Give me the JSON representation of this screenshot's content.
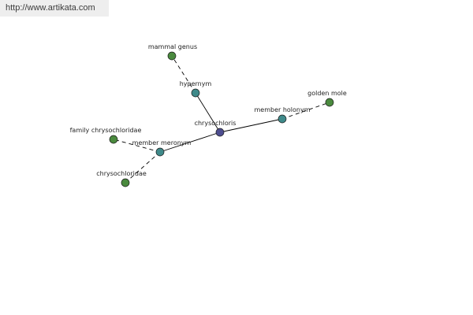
{
  "watermark": {
    "url": "http://www.artikata.com"
  },
  "colors": {
    "center_node": "#4d4d8f",
    "relation_node": "#3f8a8a",
    "leaf_node": "#4a8a3e",
    "edge": "#000000"
  },
  "graph": {
    "center": {
      "label": "chrysochloris"
    },
    "relations": [
      {
        "id": "hypernym",
        "label": "hypernym",
        "targets": [
          "mammal genus"
        ]
      },
      {
        "id": "member-holonym",
        "label": "member holonym",
        "targets": [
          "golden mole"
        ]
      },
      {
        "id": "member-meronym",
        "label": "member meronym",
        "targets": [
          "family chrysochloridae",
          "chrysochloridae"
        ]
      }
    ]
  }
}
